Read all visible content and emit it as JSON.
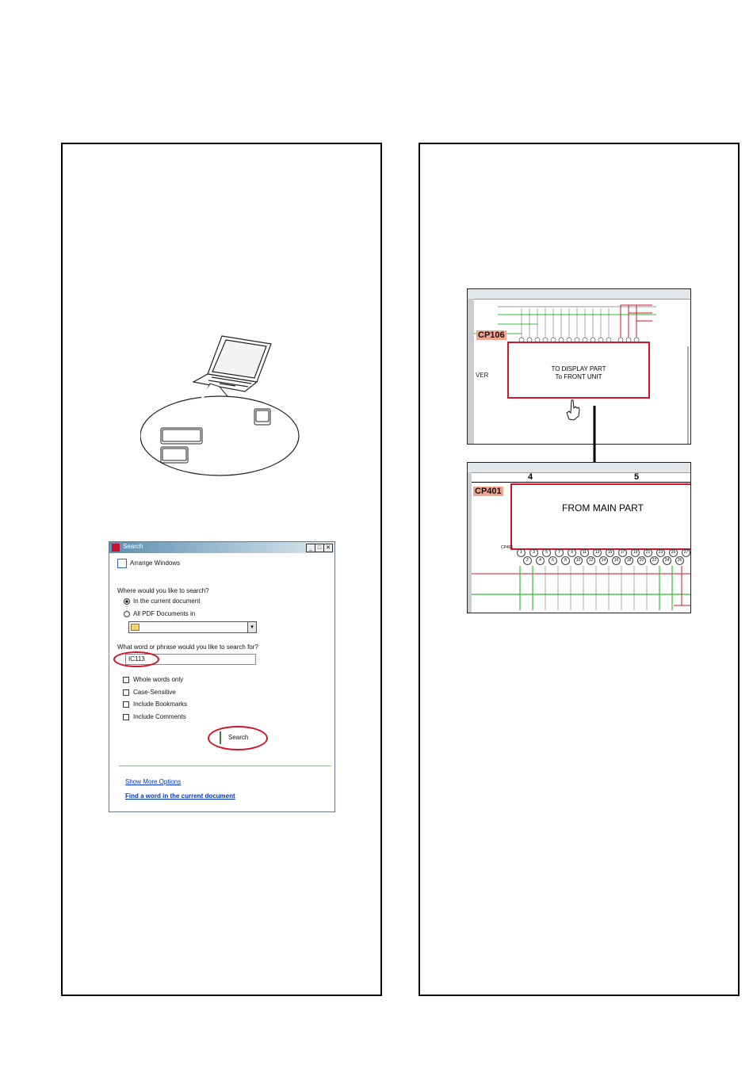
{
  "search_dialog": {
    "title": "Search",
    "window_buttons": {
      "minimize": "_",
      "maximize": "□",
      "close": "✕"
    },
    "arrange_windows": "Arrange Windows",
    "where_question": "Where would you like to search?",
    "option_current": "In the current document",
    "option_all": "All PDF Documents in",
    "what_question": "What word or phrase would you like to search for?",
    "search_value": "IC113",
    "checkboxes": [
      "Whole words only",
      "Case-Sensitive",
      "Include Bookmarks",
      "Include Comments"
    ],
    "search_button": "Search",
    "show_more": "Show More Options",
    "find_word": "Find a word in the current document"
  },
  "schematic_top": {
    "connector": "CP106",
    "box_line1": "TO DISPLAY PART",
    "box_line2": "To FRONT UNIT",
    "side_text": "VER"
  },
  "schematic_bottom": {
    "connector": "CP401",
    "box_text": "FROM MAIN PART",
    "col_4": "4",
    "col_5": "5",
    "pin_label": "CP401",
    "pins_top": [
      "1",
      "3",
      "5",
      "7",
      "9",
      "11",
      "13",
      "15",
      "17",
      "19",
      "21",
      "23",
      "25",
      "27"
    ],
    "pins_bottom": [
      "2",
      "4",
      "6",
      "8",
      "10",
      "12",
      "14",
      "16",
      "18",
      "20",
      "22",
      "24",
      "26"
    ]
  },
  "colors": {
    "highlight": "#d0162a",
    "connector_tag": "#f2a58f",
    "wire_green": "#2fbf3a"
  }
}
